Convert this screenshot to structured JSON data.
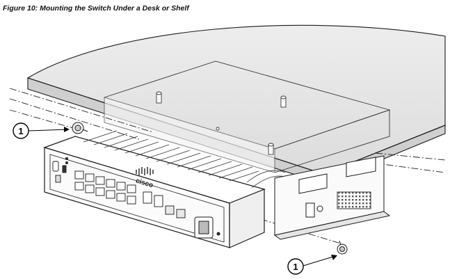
{
  "figure": {
    "caption": "Figure 10: Mounting the Switch Under a Desk or Shelf"
  },
  "callouts": [
    {
      "number": "1",
      "target": "screw-top-left"
    },
    {
      "number": "1",
      "target": "screw-bottom-right"
    }
  ],
  "brand_mark": "cisco",
  "colors": {
    "line": "#1a1a1a",
    "shelf_fill": "#e6e6e6",
    "shelf_top": "#f0f0f0",
    "bracket_fill": "#f7f7f7"
  }
}
